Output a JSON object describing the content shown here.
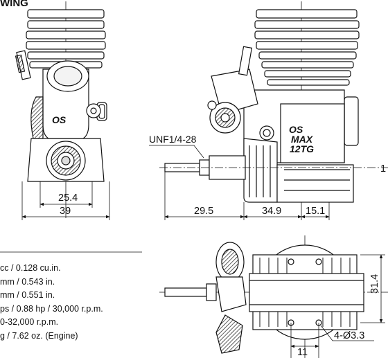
{
  "title": "WING",
  "brand": {
    "logo": "OS",
    "model_line1": "MAX",
    "model_line2": "12TG"
  },
  "front_view": {
    "dims": {
      "width_inner": "25.4",
      "width_outer": "39"
    }
  },
  "side_view": {
    "thread_label": "UNF1/4-28",
    "dims": {
      "shaft": "29.5",
      "body": "34.9",
      "rear": "15.1",
      "cut_edge": "1"
    }
  },
  "bottom_view": {
    "dims": {
      "mount_spacing": "31.4",
      "hole_label": "4-Ø3.3",
      "hole_spacing": "11"
    }
  },
  "specs": [
    "cc / 0.128 cu.in.",
    "mm / 0.543 in.",
    "mm / 0.551 in.",
    "ps / 0.88 hp / 30,000 r.p.m.",
    "0-32,000 r.p.m.",
    "g / 7.62 oz. (Engine)"
  ]
}
